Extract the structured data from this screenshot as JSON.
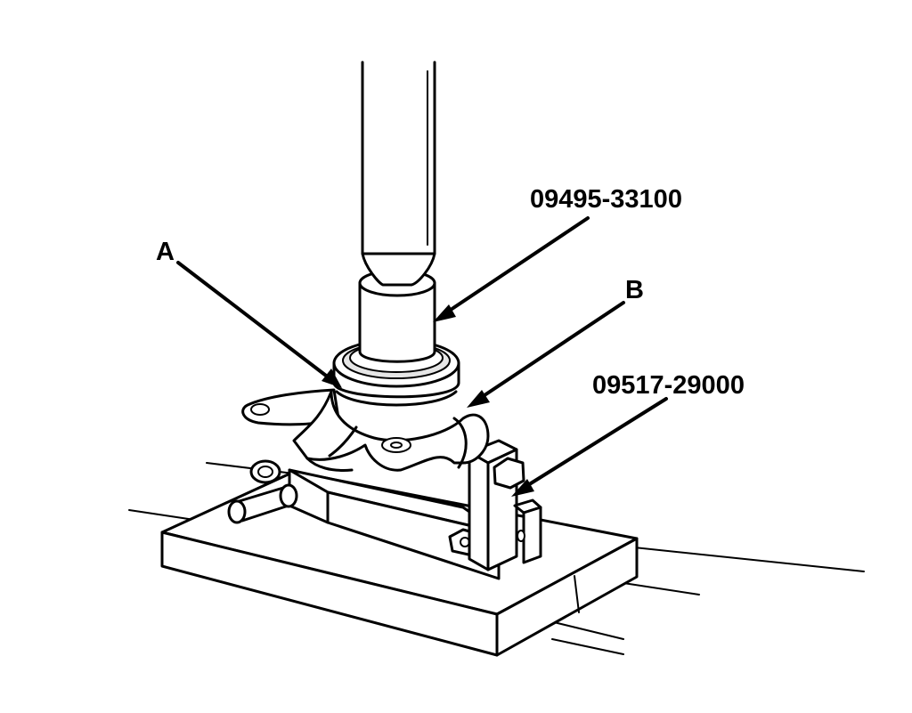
{
  "callouts": {
    "tool_press_adapter": "09495-33100",
    "part_a": "A",
    "part_b": "B",
    "tool_holder": "09517-29000"
  },
  "colors": {
    "line": "#000000",
    "background": "#ffffff"
  }
}
